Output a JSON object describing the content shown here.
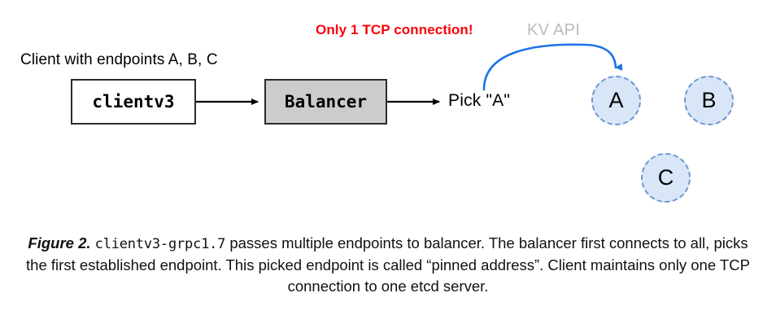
{
  "figure": {
    "diagram": {
      "labels": {
        "client_endpoints": "Client with endpoints A, B, C",
        "tcp_warning": "Only 1 TCP connection!",
        "kv_api": "KV API",
        "pick": "Pick \"A\""
      },
      "nodes": [
        {
          "id": "clientv3",
          "label": "clientv3",
          "fill": "#ffffff",
          "stroke": "#2b2b2b"
        },
        {
          "id": "balancer",
          "label": "Balancer",
          "fill": "#cccccc",
          "stroke": "#2b2b2b"
        }
      ],
      "endpoints": [
        {
          "id": "a",
          "label": "A",
          "fill": "#d9e6f8",
          "stroke": "#6f96d0",
          "pinned": true
        },
        {
          "id": "b",
          "label": "B",
          "fill": "#d9e6f8",
          "stroke": "#6f96d0",
          "pinned": false
        },
        {
          "id": "c",
          "label": "C",
          "fill": "#d9e6f8",
          "stroke": "#6f96d0",
          "pinned": false
        }
      ],
      "colors": {
        "warning_red": "#fb0007",
        "kv_api_gray": "#bcbcbc",
        "connection_blue": "#1a73e8",
        "arrow_black": "#000000",
        "balancer_gray": "#cccccc",
        "endpoint_fill": "#d9e6f8",
        "endpoint_stroke": "#6f96d0"
      }
    },
    "caption": {
      "figure_label": "Figure 2.",
      "code_term": "clientv3-grpc1.7",
      "text_after_code": " passes multiple endpoints to balancer. The balancer first connects to all, picks the first established endpoint. This picked endpoint is called “pinned address”. Client maintains only one TCP connection to one etcd server."
    }
  }
}
